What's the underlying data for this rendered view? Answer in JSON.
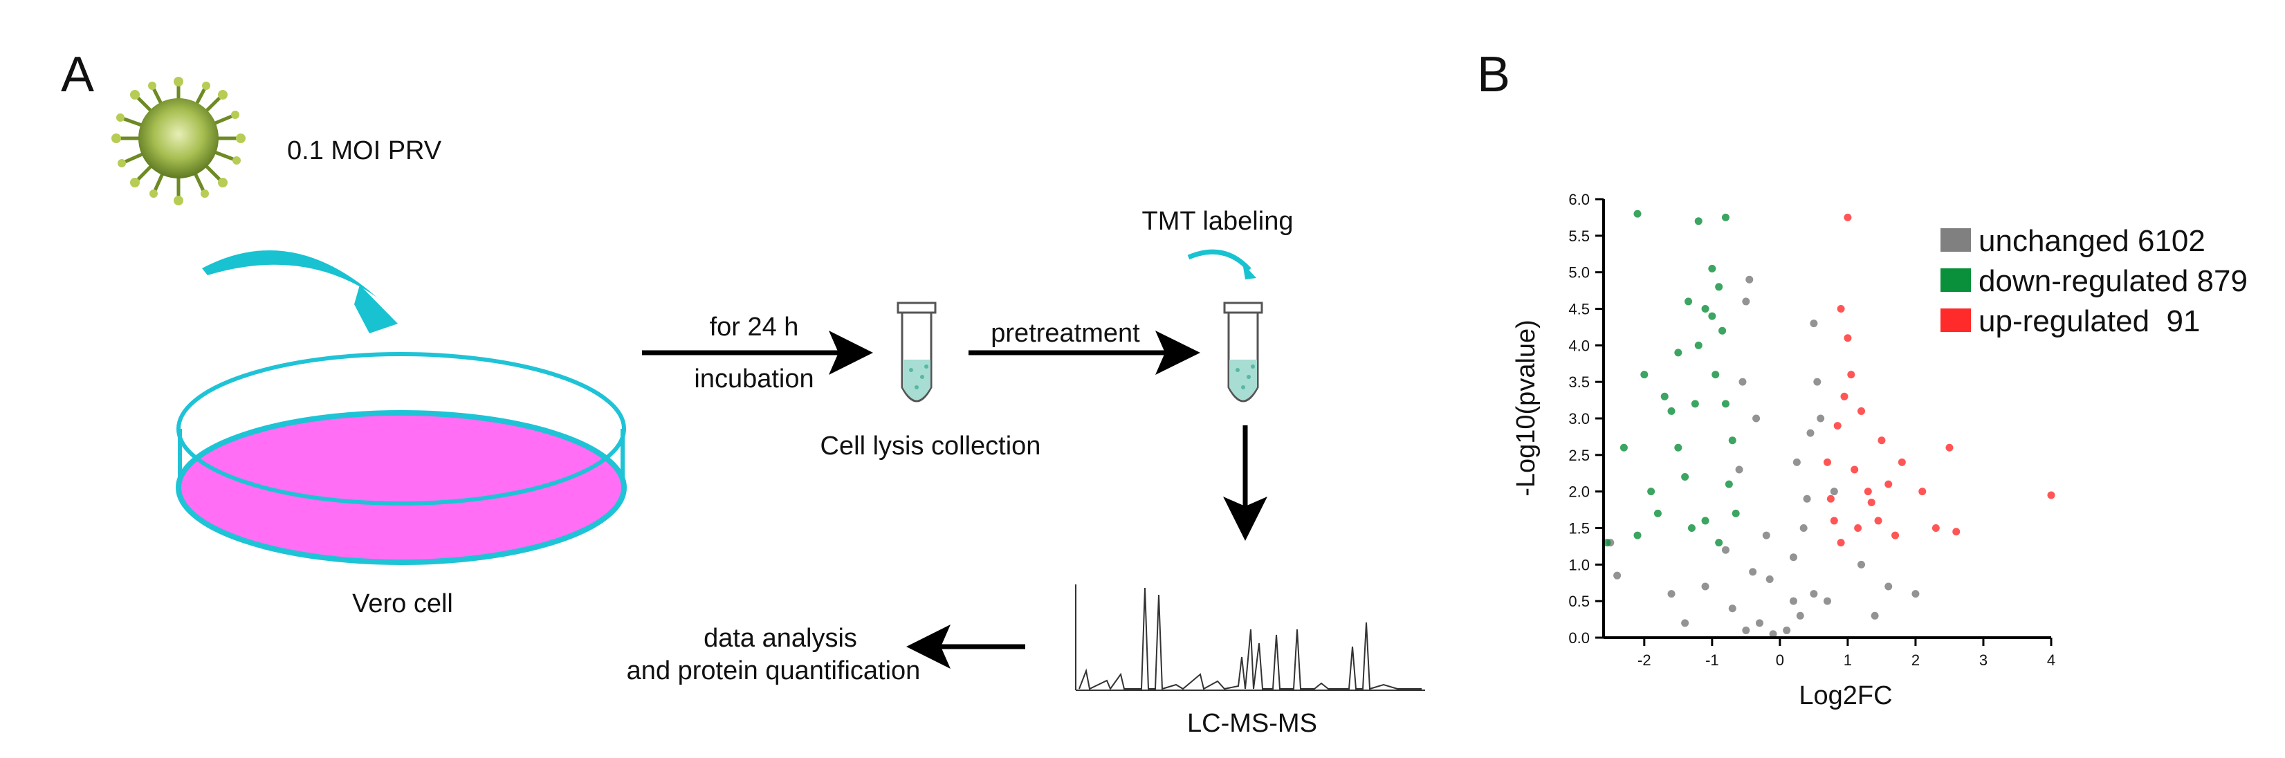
{
  "panel_a": {
    "label": "A",
    "virus_label": "0.1 MOI PRV",
    "dish_label": "Vero cell",
    "step1_top": "for 24 h",
    "step1_bottom": "incubation",
    "tube1_label": "Cell lysis collection",
    "step2_label": "pretreatment",
    "tube2_label": "TMT labeling",
    "ms_label": "LC-MS-MS",
    "analysis_line1": "data analysis",
    "analysis_line2": "and protein quantification",
    "colors": {
      "arrow_teal": "#19c2d0",
      "dish_fill": "#ff6ef5",
      "dish_rim": "#1fc3d6",
      "virus": "#8aa83a"
    }
  },
  "panel_b": {
    "label": "B",
    "legend": [
      {
        "text": "unchanged 6102",
        "color": "#808080"
      },
      {
        "text": "down-regulated 879",
        "color": "#0a8f3a"
      },
      {
        "text": "up-regulated  91",
        "color": "#ff2a2a"
      }
    ],
    "chart_data": {
      "type": "scatter",
      "xlabel": "Log2FC",
      "ylabel": "-Log10(pvalue)",
      "xlim": [
        -2.6,
        4
      ],
      "ylim": [
        0,
        6
      ],
      "xticks": [
        -2,
        -1,
        0,
        1,
        2,
        3,
        4
      ],
      "yticks": [
        0.0,
        0.5,
        1.0,
        1.5,
        2.0,
        2.5,
        3.0,
        3.5,
        4.0,
        4.5,
        5.0,
        5.5,
        6.0
      ],
      "ytick_labels": [
        "0.0",
        "0.5",
        "1.0",
        "1.5",
        "2.0",
        "2.5",
        "3.0",
        "3.5",
        "4.0",
        "4.5",
        "5.0",
        "5.5",
        "6.0"
      ],
      "series": [
        {
          "name": "unchanged 6102",
          "color": "#808080",
          "points": [
            [
              -0.5,
              0.1
            ],
            [
              -0.3,
              0.2
            ],
            [
              -0.1,
              0.05
            ],
            [
              0.1,
              0.1
            ],
            [
              0.3,
              0.3
            ],
            [
              0.5,
              0.6
            ],
            [
              -0.4,
              0.9
            ],
            [
              -0.2,
              1.4
            ],
            [
              0.2,
              1.1
            ],
            [
              0.4,
              1.9
            ],
            [
              -0.6,
              2.3
            ],
            [
              0.45,
              2.8
            ],
            [
              -0.55,
              3.5
            ],
            [
              0.6,
              3.0
            ],
            [
              -0.5,
              4.6
            ],
            [
              -0.45,
              4.9
            ],
            [
              0.5,
              4.3
            ],
            [
              0.2,
              0.5
            ],
            [
              -0.15,
              0.8
            ],
            [
              0.35,
              1.5
            ],
            [
              -2.5,
              1.3
            ],
            [
              -2.4,
              0.85
            ],
            [
              -1.6,
              0.6
            ],
            [
              1.6,
              0.7
            ],
            [
              2.0,
              0.6
            ],
            [
              1.2,
              1.0
            ],
            [
              -1.1,
              0.7
            ],
            [
              0.8,
              2.0
            ],
            [
              -0.8,
              1.2
            ],
            [
              0.25,
              2.4
            ],
            [
              0.55,
              3.5
            ],
            [
              -0.35,
              3.0
            ],
            [
              1.4,
              0.3
            ],
            [
              -1.4,
              0.2
            ],
            [
              0.7,
              0.5
            ],
            [
              -0.7,
              0.4
            ]
          ]
        },
        {
          "name": "down-regulated 879",
          "color": "#0a8f3a",
          "points": [
            [
              -2.1,
              5.8
            ],
            [
              -1.2,
              5.7
            ],
            [
              -0.8,
              5.75
            ],
            [
              -1.0,
              5.05
            ],
            [
              -0.9,
              4.8
            ],
            [
              -1.1,
              4.5
            ],
            [
              -1.0,
              4.4
            ],
            [
              -1.5,
              3.9
            ],
            [
              -1.2,
              4.0
            ],
            [
              -2.0,
              3.6
            ],
            [
              -1.6,
              3.1
            ],
            [
              -2.3,
              2.6
            ],
            [
              -1.9,
              2.0
            ],
            [
              -1.4,
              2.2
            ],
            [
              -1.7,
              3.3
            ],
            [
              -1.3,
              1.5
            ],
            [
              -1.1,
              1.6
            ],
            [
              -0.9,
              1.3
            ],
            [
              -2.1,
              1.4
            ],
            [
              -2.55,
              1.3
            ],
            [
              -0.8,
              3.2
            ],
            [
              -0.7,
              2.7
            ],
            [
              -0.75,
              2.1
            ],
            [
              -0.65,
              1.7
            ],
            [
              -1.5,
              2.6
            ],
            [
              -1.8,
              1.7
            ],
            [
              -1.25,
              3.2
            ],
            [
              -0.95,
              3.6
            ],
            [
              -0.85,
              4.2
            ],
            [
              -1.35,
              4.6
            ]
          ]
        },
        {
          "name": "up-regulated  91",
          "color": "#ff2a2a",
          "points": [
            [
              1.0,
              5.75
            ],
            [
              0.9,
              4.5
            ],
            [
              1.0,
              4.1
            ],
            [
              1.05,
              3.6
            ],
            [
              1.2,
              3.1
            ],
            [
              1.1,
              2.3
            ],
            [
              1.5,
              2.7
            ],
            [
              1.3,
              2.0
            ],
            [
              1.6,
              2.1
            ],
            [
              0.85,
              2.9
            ],
            [
              0.7,
              2.4
            ],
            [
              0.75,
              1.9
            ],
            [
              1.45,
              1.6
            ],
            [
              1.15,
              1.5
            ],
            [
              0.9,
              1.3
            ],
            [
              2.1,
              2.0
            ],
            [
              2.3,
              1.5
            ],
            [
              2.5,
              2.6
            ],
            [
              2.6,
              1.45
            ],
            [
              1.7,
              1.4
            ],
            [
              4.0,
              1.95
            ],
            [
              0.95,
              3.3
            ],
            [
              0.8,
              1.6
            ],
            [
              1.35,
              1.85
            ],
            [
              1.8,
              2.4
            ]
          ]
        }
      ]
    }
  }
}
